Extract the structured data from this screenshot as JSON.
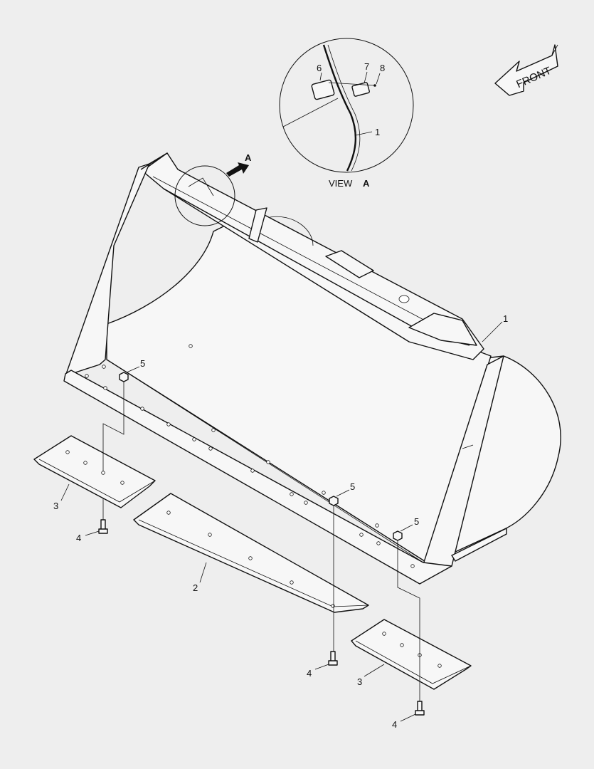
{
  "diagram": {
    "front_label": "FRONT",
    "view_label": "VIEW",
    "view_letter": "A",
    "detail_arrow_letter": "A",
    "callouts": {
      "bucket": "1",
      "bucket_view": "1",
      "cutting_edge_center": "2",
      "cutting_edge_left": "3",
      "cutting_edge_right": "3",
      "bolt_left": "4",
      "bolt_center": "4",
      "bolt_right": "4",
      "nut_left": "5",
      "nut_center": "5",
      "nut_right": "5",
      "plate_6": "6",
      "plate_7": "7",
      "rivet_8": "8"
    },
    "colors": {
      "background": "#eeeeee",
      "line": "#111111"
    }
  }
}
